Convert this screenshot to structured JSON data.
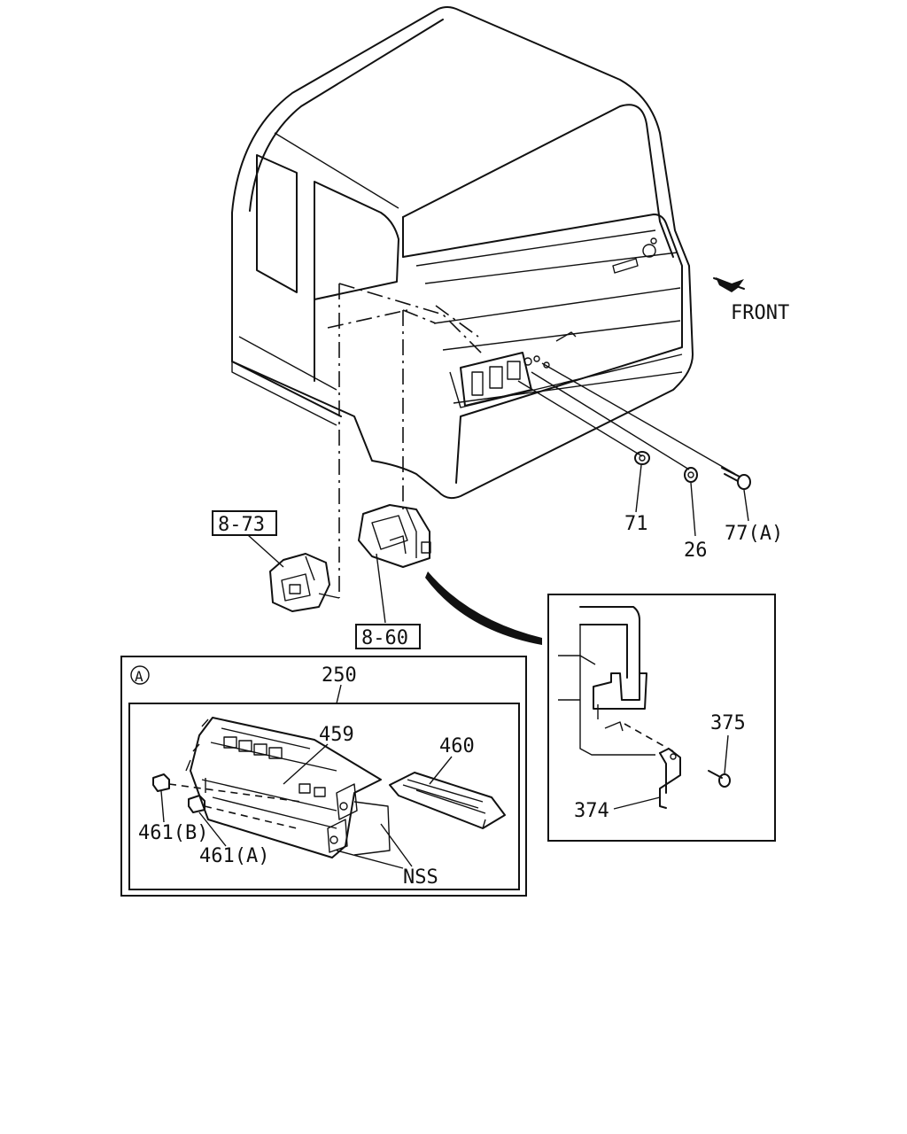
{
  "diagram": {
    "direction_label": "FRONT",
    "section_marker": "A",
    "callouts": {
      "ref_873": "8-73",
      "ref_860": "8-60",
      "part_71": "71",
      "part_26": "26",
      "part_77a": "77(A)",
      "part_250": "250",
      "part_459": "459",
      "part_460": "460",
      "part_461b": "461(B)",
      "part_461a": "461(A)",
      "part_nss": "NSS",
      "part_375": "375",
      "part_374": "374"
    }
  }
}
